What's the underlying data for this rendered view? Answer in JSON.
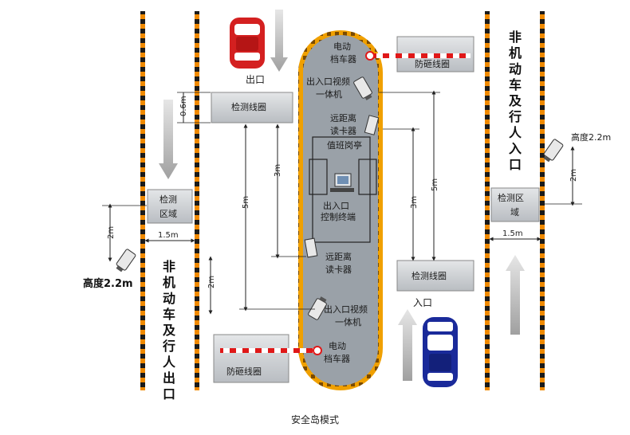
{
  "caption": "安全岛模式",
  "labels": {
    "exit": "出口",
    "entrance": "入口",
    "left_side_vertical": [
      "非",
      "机",
      "动",
      "车",
      "及",
      "行",
      "人",
      "出",
      "口"
    ],
    "right_side_vertical": [
      "非",
      "机",
      "动",
      "车",
      "及",
      "行",
      "人",
      "入",
      "口"
    ],
    "detect_coil_top": "检测线圈",
    "detect_coil_bottom": "检测线圈",
    "anti_tailgate_top": "防砸线圈",
    "anti_tailgate_bottom": "防砸线圈",
    "detect_zone_left": [
      "检测",
      "区域"
    ],
    "detect_zone_right": [
      "检测区",
      "域"
    ],
    "barrier_top": [
      "电动",
      "档车器"
    ],
    "barrier_bottom": [
      "电动",
      "档车器"
    ],
    "video_top": [
      "出入口视频",
      "一体机"
    ],
    "video_bottom": [
      "出入口视频",
      "一体机"
    ],
    "reader_top": [
      "远距离",
      "读卡器"
    ],
    "reader_bottom": [
      "远距离",
      "读卡器"
    ],
    "booth": "值班岗亭",
    "terminal": [
      "出入口",
      "控制终端"
    ],
    "height_left": "高度2.2m",
    "height_right": "高度2.2m",
    "dim_1_5m_left": "1.5m",
    "dim_1_5m_right": "1.5m",
    "dim_2m_left": "2m",
    "dim_2m_right": "2m",
    "dim_2m_center": "2m",
    "dim_3m_left": "3m",
    "dim_3m_right": "3m",
    "dim_5m_left": "5m",
    "dim_5m_right": "5m",
    "dim_0_6m": "0.6m"
  },
  "colors": {
    "lane_black": "#1a1a1a",
    "lane_orange": "#f08a00",
    "island_fill": "#9aa1a8",
    "island_border": "#f0a000",
    "coil_fill": "#c9ccd0",
    "barrier_red": "#e01818",
    "car_exit": "#d42020",
    "car_entrance": "#1a2a9a",
    "arrow_gray": "#b8b8b8"
  },
  "icons": {
    "car_exit": "red-car-icon",
    "car_entrance": "blue-car-icon",
    "cameras": "camera-icon",
    "terminal": "computer-terminal-icon"
  }
}
